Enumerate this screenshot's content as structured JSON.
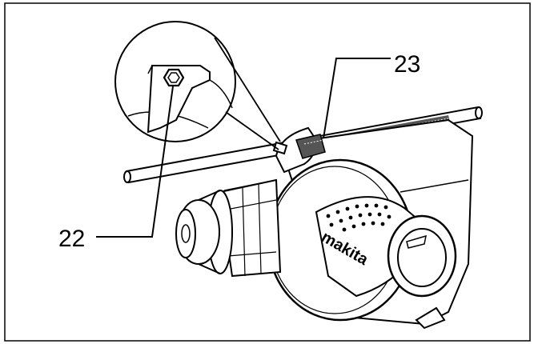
{
  "figure": {
    "callouts": [
      {
        "id": "22",
        "text": "22"
      },
      {
        "id": "23",
        "text": "23"
      }
    ],
    "brand_text": "makita",
    "colors": {
      "stroke": "#000000",
      "background": "#ffffff",
      "shade": "#d9d9d9"
    }
  }
}
